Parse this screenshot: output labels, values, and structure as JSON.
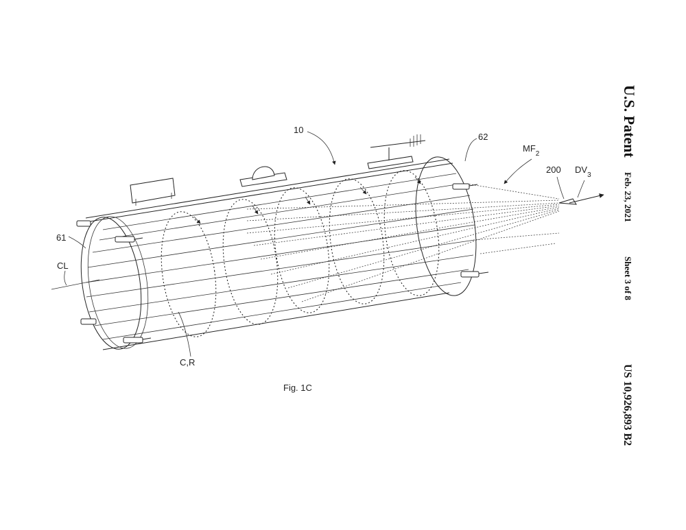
{
  "header": {
    "title": "U.S. Patent",
    "date": "Feb. 23, 2021",
    "sheet": "Sheet 3 of 8",
    "number": "US 10,926,893 B2"
  },
  "figure": {
    "caption": "Fig. 1C",
    "labels": {
      "device": "10",
      "end_ring_left": "61",
      "end_ring_right": "62",
      "centerline": "CL",
      "coil": "C,R",
      "field": "MF",
      "field_sub": "2",
      "point": "200",
      "direction": "DV",
      "direction_sub": "3"
    }
  }
}
